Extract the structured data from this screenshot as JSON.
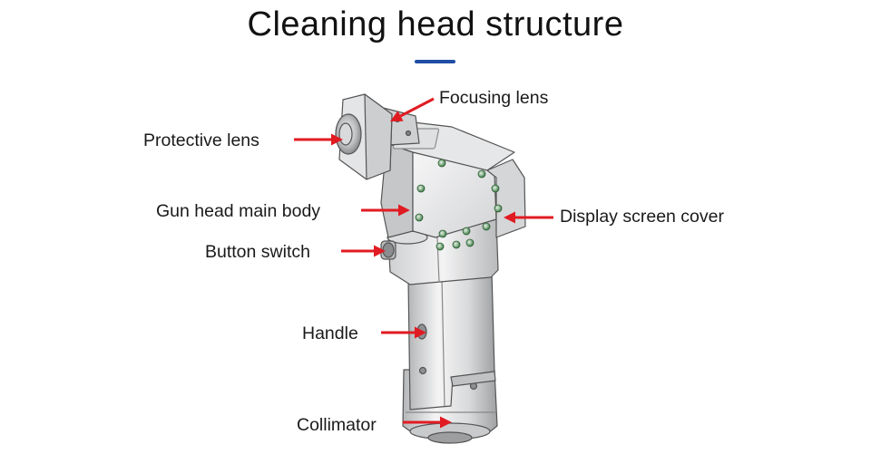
{
  "title": "Cleaning head structure",
  "accent_color": "#1f4ea3",
  "arrow_color": "#e11b22",
  "labels": {
    "focusing_lens": "Focusing lens",
    "protective_lens": "Protective lens",
    "gun_head_main_body": "Gun head main body",
    "display_screen_cover": "Display screen cover",
    "button_switch": "Button switch",
    "handle": "Handle",
    "collimator": "Collimator"
  }
}
